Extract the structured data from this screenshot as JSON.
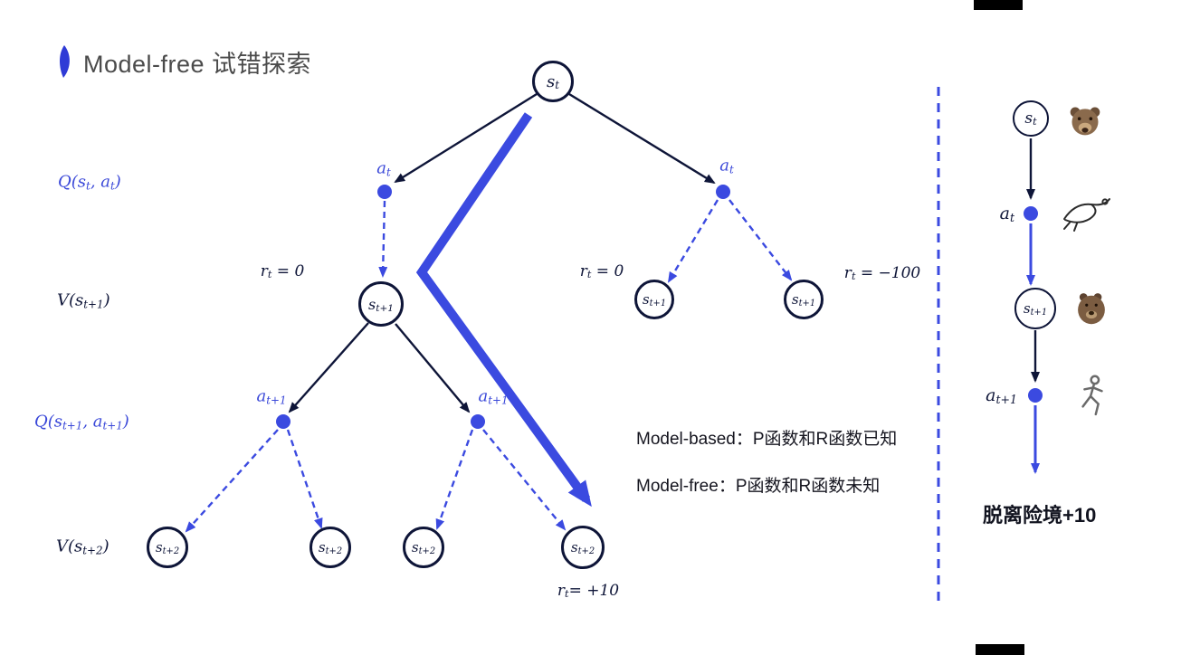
{
  "title": "Model-free 试错探索",
  "colors": {
    "navy": "#0e1538",
    "blue": "#3b4ae0"
  },
  "icons": [
    "title-accent-icon",
    "bear-icon",
    "flee-bird-icon",
    "bear-icon",
    "running-man-icon"
  ],
  "labels": {
    "s_t": [
      {
        "t": "s"
      },
      {
        "t": "t",
        "sub": true
      }
    ],
    "s_t1": [
      {
        "t": "s"
      },
      {
        "t": "t+1",
        "sub": true
      }
    ],
    "s_t2": [
      {
        "t": "s"
      },
      {
        "t": "t+2",
        "sub": true
      }
    ],
    "a_t": [
      {
        "t": "a"
      },
      {
        "t": "t",
        "sub": true
      }
    ],
    "a_t1": [
      {
        "t": "a"
      },
      {
        "t": "t+1",
        "sub": true
      }
    ],
    "q1": [
      {
        "t": "Q("
      },
      {
        "t": "s"
      },
      {
        "t": "t",
        "sub": true
      },
      {
        "t": ", "
      },
      {
        "t": "a"
      },
      {
        "t": "t",
        "sub": true
      },
      {
        "t": ")"
      }
    ],
    "v1": [
      {
        "t": "V("
      },
      {
        "t": "s"
      },
      {
        "t": "t+1",
        "sub": true
      },
      {
        "t": ")"
      }
    ],
    "q2": [
      {
        "t": "Q("
      },
      {
        "t": "s"
      },
      {
        "t": "t+1",
        "sub": true
      },
      {
        "t": ", "
      },
      {
        "t": "a"
      },
      {
        "t": "t+1",
        "sub": true
      },
      {
        "t": ")"
      }
    ],
    "v2": [
      {
        "t": "V("
      },
      {
        "t": "s"
      },
      {
        "t": "t+2",
        "sub": true
      },
      {
        "t": ")"
      }
    ]
  },
  "rewards": {
    "r0": [
      {
        "t": "r"
      },
      {
        "t": "t",
        "sub": true
      },
      {
        "t": " = 0"
      }
    ],
    "rneg": [
      {
        "t": "r"
      },
      {
        "t": "t",
        "sub": true
      },
      {
        "t": " = −100"
      }
    ],
    "rpos": [
      {
        "t": "r"
      },
      {
        "t": "t",
        "sub": true
      },
      {
        "t": "= +10"
      }
    ]
  },
  "notes": {
    "line1": "Model-based：P函数和R函数已知",
    "line2": "Model-free：P函数和R函数未知"
  },
  "side": {
    "result": "脱离险境+10"
  }
}
